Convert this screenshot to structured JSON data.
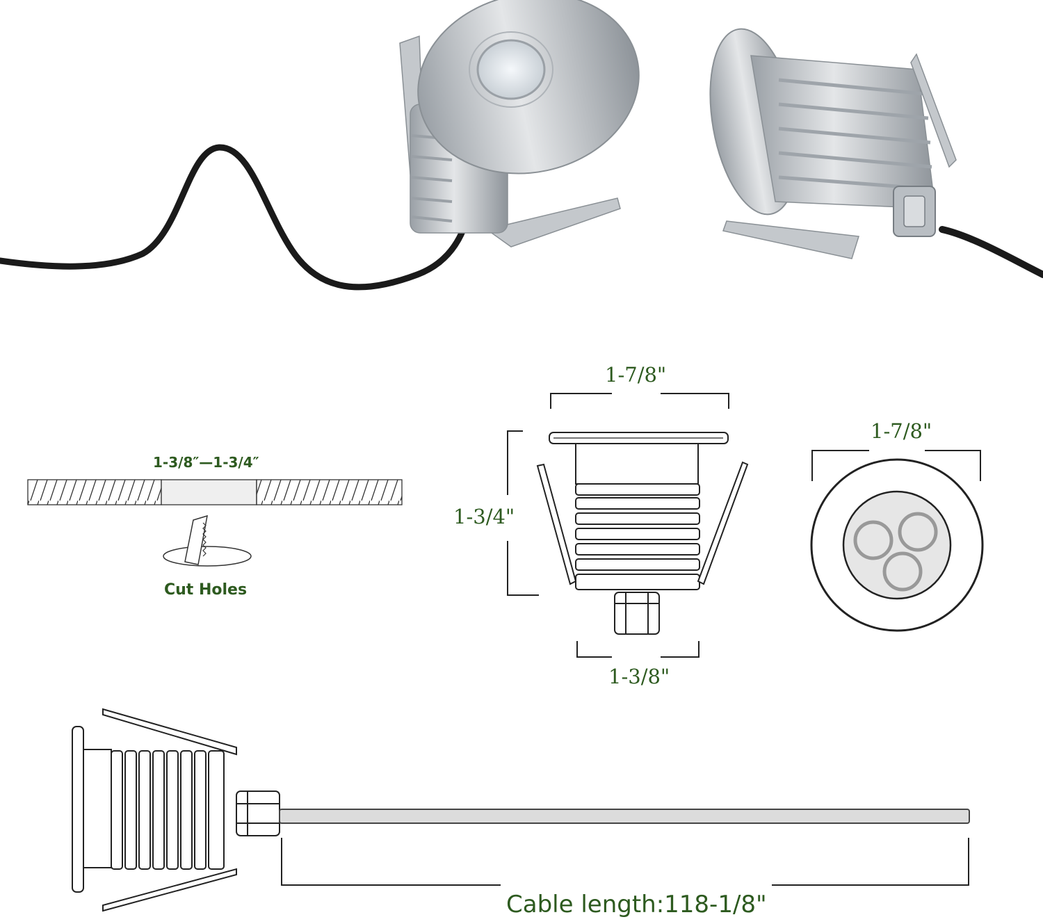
{
  "dimensions": {
    "side_top_width": "1-7/8\"",
    "side_height": "1-3/4\"",
    "side_bottom_width": "1-3/8\"",
    "front_width": "1-7/8\"",
    "cut_hole_range": "1-3/8″—1-3/4″",
    "cut_holes_caption": "Cut Holes",
    "cable_length": "Cable length:118-1/8\""
  },
  "colors": {
    "label": "#2d5a1f",
    "line": "#222222",
    "cable": "#1a1a1a",
    "metal": "#bfc3c7"
  }
}
